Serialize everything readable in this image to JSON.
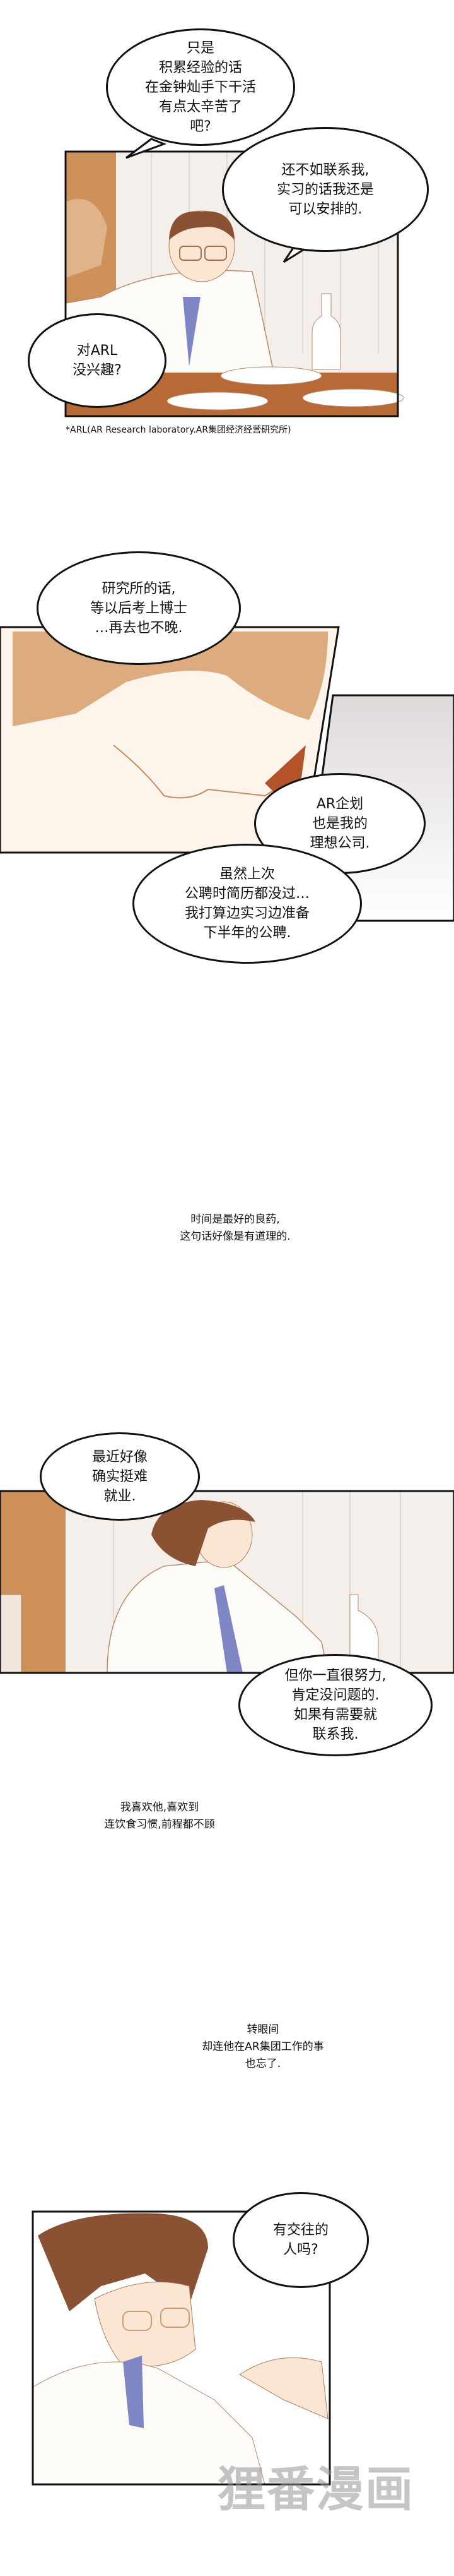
{
  "panel1": {
    "bubble_1": [
      "只是",
      "积累经验的话",
      "在金钟灿手下干活",
      "有点太辛苦了",
      "吧?"
    ],
    "bubble_2": [
      "还不如联系我,",
      "实习的话我还是",
      "可以安排的."
    ],
    "bubble_3": [
      "对ARL",
      "没兴趣?"
    ],
    "footnote": "*ARL(AR Research laboratory.AR集团经济经营研究所)"
  },
  "panel2": {
    "bubble_4": [
      "研究所的话,",
      "等以后考上博士",
      "…再去也不晚."
    ],
    "bubble_5": [
      "AR企划",
      "也是我的",
      "理想公司."
    ],
    "bubble_6": [
      "虽然上次",
      "公聘时简历都没过…",
      "我打算边实习边准备",
      "下半年的公聘."
    ]
  },
  "narration_1": [
    "时间是最好的良药,",
    "这句话好像是有道理的."
  ],
  "panel4": {
    "bubble_7": [
      "最近好像",
      "确实挺难",
      "就业."
    ],
    "bubble_8": [
      "但你一直很努力,",
      "肯定没问题的.",
      "如果有需要就",
      "联系我."
    ]
  },
  "narration_2": [
    "我喜欢他,喜欢到",
    "连饮食习惯,前程都不顾"
  ],
  "narration_3": [
    "转眼间",
    "却连他在AR集团工作的事",
    "也忘了."
  ],
  "panel5": {
    "bubble_9": [
      "有交往的",
      "人吗?"
    ]
  },
  "watermark": "狸番漫画",
  "colors": {
    "hair_dark": "#8a5232",
    "hair_light": "#d9aa7d",
    "skin": "#fbe6d4",
    "wood": "#cf915a",
    "tie": "#7f86c4",
    "wall": "#f4efea",
    "table": "#b86a36"
  }
}
